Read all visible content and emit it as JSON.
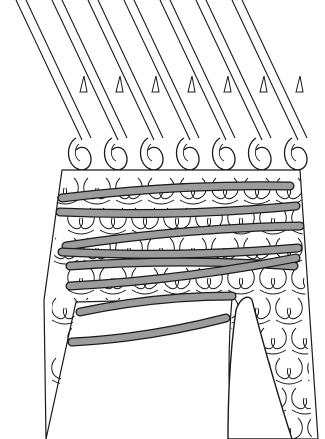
{
  "illustration": {
    "subject": "",
    "colors": {
      "background": "#ffffff",
      "ink": "#1b1b1b",
      "yarn_fill": "#9c9c9c",
      "yarn_edge": "#1b1b1b",
      "fabric_fill": "#ffffff"
    },
    "counts": {
      "needles": 7,
      "latches": 7,
      "stitch_rows": 8,
      "inlay_yarns": 8
    }
  }
}
